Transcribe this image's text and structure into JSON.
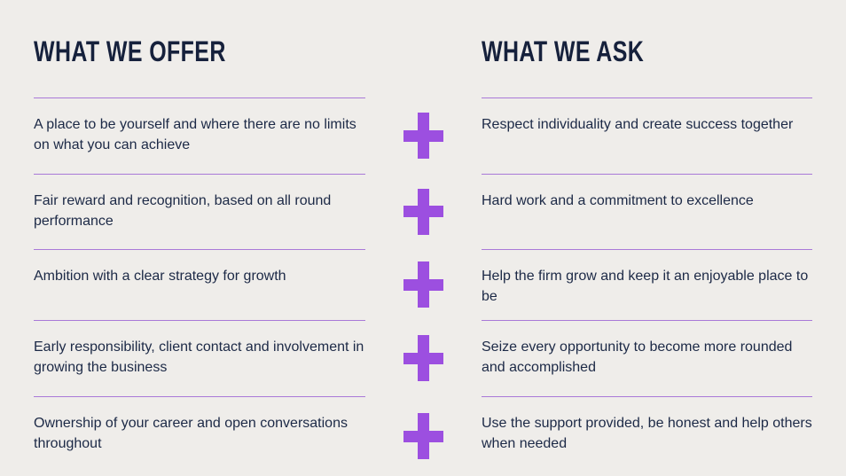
{
  "colors": {
    "background": "#efedea",
    "text_navy": "#1c2946",
    "accent_purple": "#9c4fe0"
  },
  "left": {
    "title": "WHAT WE OFFER",
    "items": [
      "A place to be yourself and where there are no limits on what you can achieve",
      "Fair reward and recognition, based on all round performance",
      "Ambition with a clear strategy for growth",
      "Early responsibility, client contact and involvement in growing the business",
      "Ownership of your career and open conversations throughout"
    ]
  },
  "right": {
    "title": "WHAT WE ASK",
    "items": [
      "Respect individuality and create success together",
      "Hard work and a commitment to excellence",
      "Help the firm grow and keep it an enjoyable place to be",
      "Seize every opportunity to become more rounded and accomplished",
      "Use the support provided, be honest and help others when needed"
    ]
  }
}
